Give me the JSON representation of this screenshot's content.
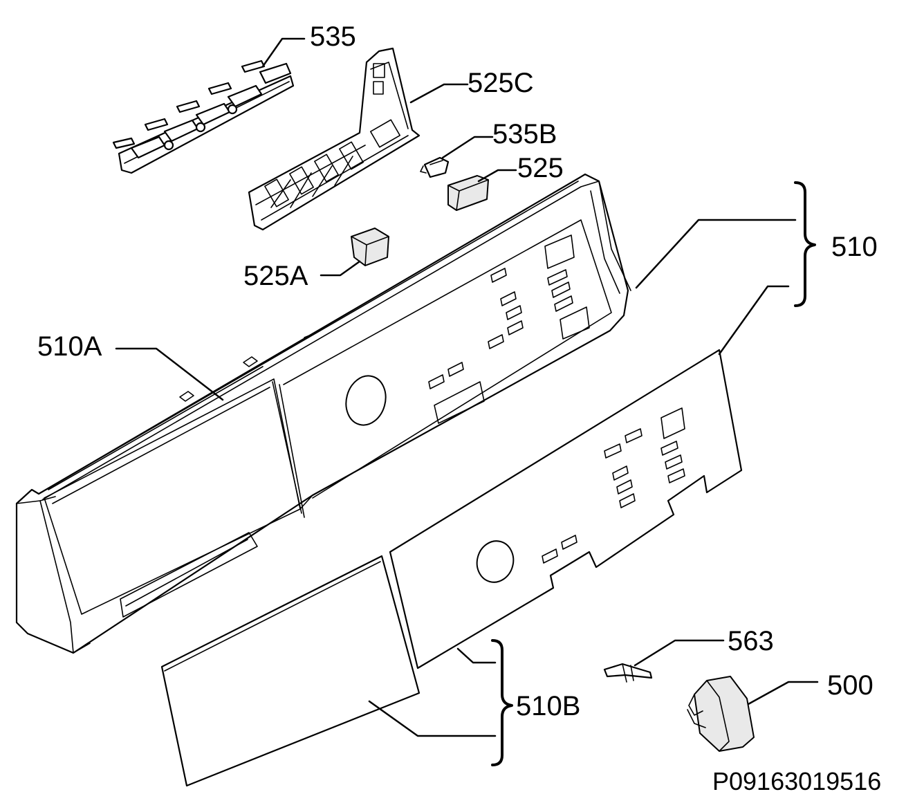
{
  "diagram": {
    "drawing_code": "P09163019516",
    "labels": {
      "l535": "535",
      "l525C": "525C",
      "l535B": "535B",
      "l525": "525",
      "l510": "510",
      "l525A": "525A",
      "l510A": "510A",
      "l563": "563",
      "l500": "500",
      "l510B": "510B"
    }
  }
}
